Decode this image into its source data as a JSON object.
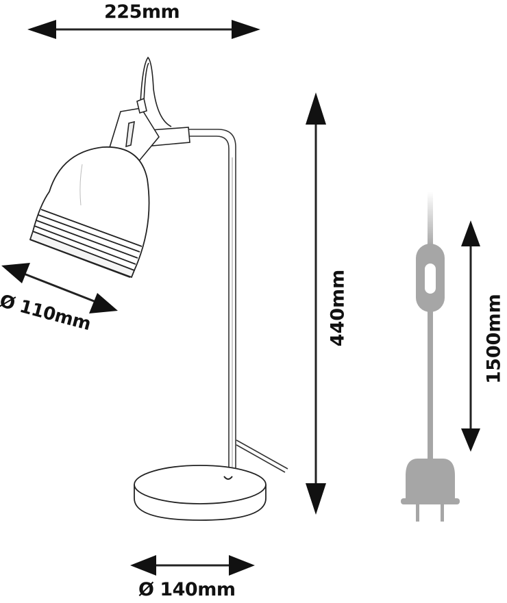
{
  "diagram": {
    "subject": "desk lamp with adjustable shade",
    "colors": {
      "ink": "#111111",
      "line": "#333333",
      "cord_gray": "#a6a6a6",
      "background": "#ffffff"
    },
    "dimensions": {
      "width": {
        "label": "225mm",
        "orientation": "horizontal"
      },
      "shade_diameter": {
        "label": "Ø 110mm",
        "orientation": "diagonal"
      },
      "height": {
        "label": "440mm",
        "orientation": "vertical"
      },
      "base_diameter": {
        "label": "Ø 140mm",
        "orientation": "horizontal"
      },
      "cord_length": {
        "label": "1500mm",
        "orientation": "vertical"
      }
    },
    "parts": [
      "shade",
      "joint",
      "arm",
      "base",
      "cord",
      "switch",
      "plug"
    ]
  }
}
